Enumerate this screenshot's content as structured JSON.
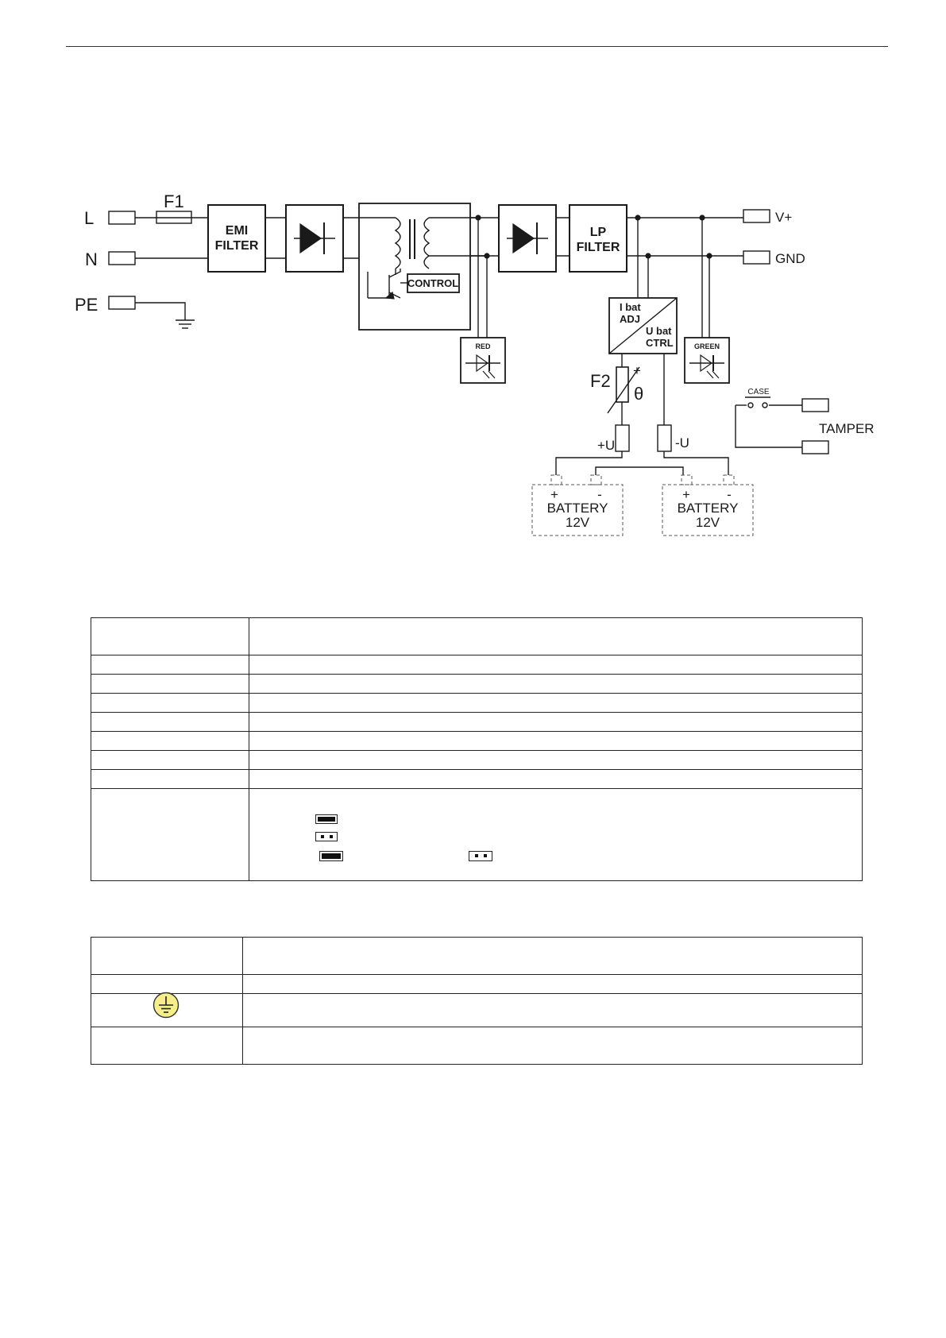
{
  "diagram": {
    "labels": {
      "L": "L",
      "N": "N",
      "PE": "PE",
      "F1": "F1",
      "emi_1": "EMI",
      "emi_2": "FILTER",
      "control": "CONTROL",
      "lp_1": "LP",
      "lp_2": "FILTER",
      "vplus": "V+",
      "gnd": "GND",
      "red": "RED",
      "green": "GREEN",
      "ibat": "I bat",
      "adj": "ADJ",
      "ubat": "U bat",
      "ctrl": "CTRL",
      "f2": "F2",
      "plus": "+",
      "theta": "θ",
      "plus_u": "+U",
      "minus_u": "-U",
      "case": "CASE",
      "tamper": "TAMPER",
      "batt_plus": "+",
      "batt_minus": "-",
      "battery": "BATTERY",
      "battery_voltage": "12V"
    }
  },
  "colors": {
    "line": "#1a1a1a",
    "earth_icon_fill": "#f5ee8a"
  },
  "table1": {
    "rows": 9
  },
  "table2": {
    "rows": 4
  },
  "icons": {
    "earth": "protective-earth-icon",
    "jumper_closed": "jumper-closed-icon",
    "jumper_open": "jumper-open-icon"
  }
}
